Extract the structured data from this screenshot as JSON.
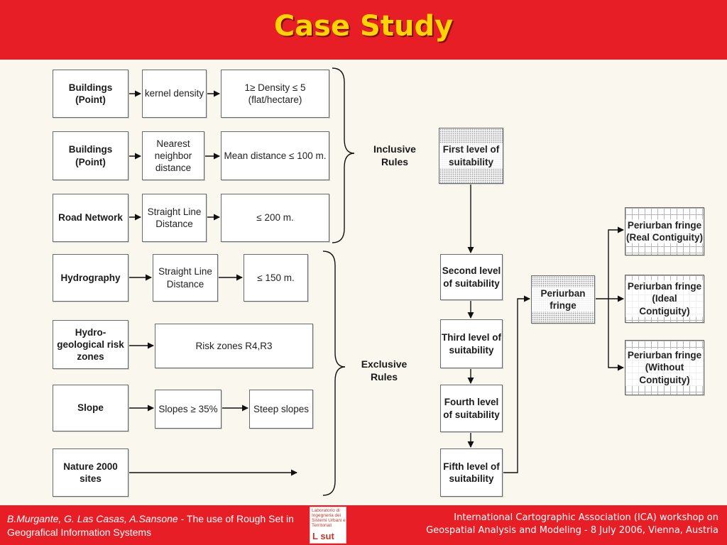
{
  "title": "Case Study",
  "inputs": {
    "buildings_density": "Buildings (Point)",
    "buildings_distance": "Buildings (Point)",
    "road": "Road Network",
    "hydrography": "Hydrography",
    "hydrogeo": "Hydro-geological risk zones",
    "slope": "Slope",
    "nature": "Nature 2000 sites"
  },
  "methods": {
    "kernel": "kernel density",
    "nearest": "Nearest neighbor distance",
    "straight_road": "Straight Line Distance",
    "straight_hydro": "Straight Line Distance",
    "risk": "Risk zones R4,R3",
    "slopes": "Slopes ≥ 35%"
  },
  "criteria": {
    "density": "1≥ Density ≤ 5 (flat/hectare)",
    "mean_distance": "Mean distance ≤ 100 m.",
    "road_200": "≤ 200 m.",
    "hydro_150": "≤ 150 m.",
    "steep": "Steep slopes"
  },
  "rules": {
    "inclusive": "Inclusive Rules",
    "exclusive": "Exclusive Rules"
  },
  "levels": {
    "first": "First level of suitability",
    "second": "Second level of suitability",
    "third": "Third level of suitability",
    "fourth": "Fourth level of suitability",
    "fifth": "Fifth level of suitability"
  },
  "fringe": {
    "main": "Periurban fringe",
    "real": "Periurban fringe (Real Contiguity)",
    "ideal": "Periurban fringe (Ideal Contiguity)",
    "without": "Periurban fringe (Without Contiguity)"
  },
  "footer": {
    "authors": "B.Murgante, G. Las Casas, A.Sansone",
    "paper": " - The use of Rough Set in Geografical Information Systems",
    "event_line1": "International Cartographic Association (ICA) workshop on",
    "event_line2": "Geospatial Analysis and Modeling - 8 July 2006, Vienna, Austria",
    "logo_text": "Laboratorio di Ingegneria dei Sistemi Urbani e Territoriali",
    "logo_mark": "L sut"
  },
  "colors": {
    "header_bg": "#e81e26",
    "title": "#ffd400",
    "canvas_bg": "#faf7ee"
  }
}
